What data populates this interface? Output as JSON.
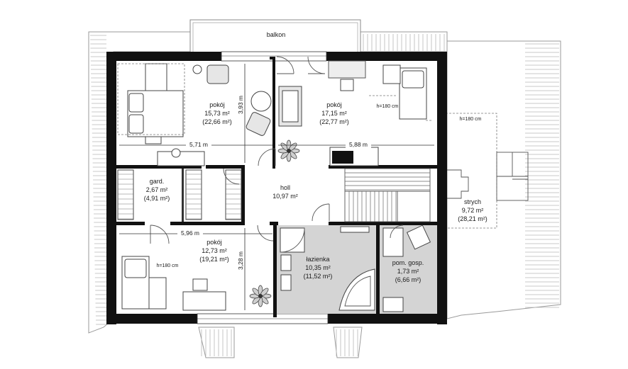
{
  "rooms": {
    "balkon": {
      "name": "balkon"
    },
    "pokoj_nw": {
      "name": "pokój",
      "area": "15,73 m²",
      "area_gross": "(22,66 m²)"
    },
    "pokoj_ne": {
      "name": "pokój",
      "area": "17,15 m²",
      "area_gross": "(22,77 m²)"
    },
    "gard": {
      "name": "gard.",
      "area": "2,67 m²",
      "area_gross": "(4,91 m²)"
    },
    "holl": {
      "name": "holl",
      "area": "10,97 m²"
    },
    "strych": {
      "name": "strych",
      "area": "9,72 m²",
      "area_gross": "(28,21 m²)"
    },
    "pokoj_sw": {
      "name": "pokój",
      "area": "12,73 m²",
      "area_gross": "(19,21 m²)"
    },
    "lazienka": {
      "name": "łazienka",
      "area": "10,35 m²",
      "area_gross": "(11,52 m²)"
    },
    "pom_gosp": {
      "name": "pom. gosp.",
      "area": "1,73 m²",
      "area_gross": "(6,66 m²)"
    }
  },
  "dimensions": {
    "nw_width": "5,71 m",
    "nw_height": "3,93 m",
    "ne_width": "5,88 m",
    "sw_width": "5,96 m",
    "sw_height": "3,28 m"
  },
  "height_notes": {
    "ne": "h=180 cm",
    "strych": "h=180 cm",
    "sw": "h=180 cm"
  }
}
